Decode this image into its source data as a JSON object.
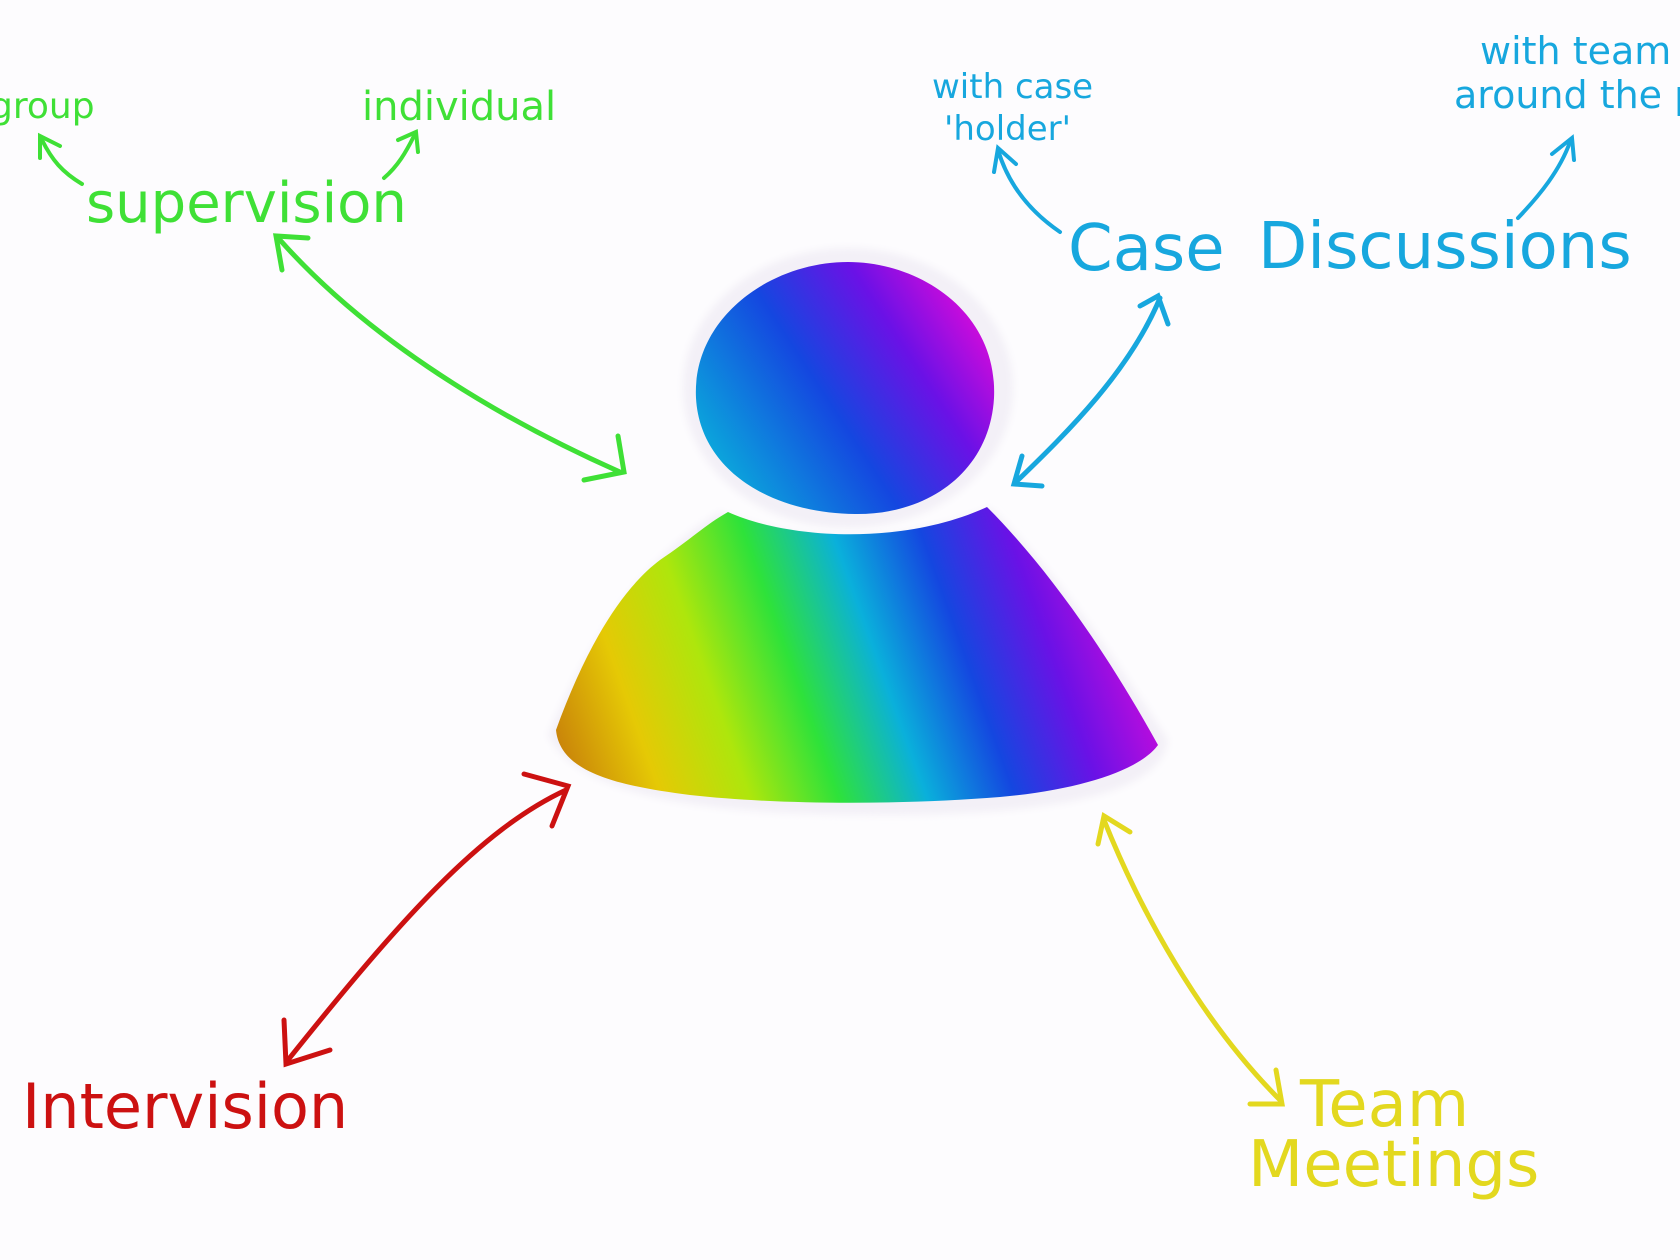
{
  "colors": {
    "supervision": "#3fe036",
    "case_discussions": "#17a7de",
    "intervision": "#cc1111",
    "team_meetings": "#e3d81f",
    "background": "#fdfcfe"
  },
  "person_icon": {
    "name": "person-icon",
    "gradient_stops": [
      "#c8810a",
      "#e5c905",
      "#aee60c",
      "#2ee23a",
      "#0ab0db",
      "#1447e0",
      "#6b11e6",
      "#d10bdb"
    ]
  },
  "supervision": {
    "label": "supervision",
    "branches": [
      "group",
      "individual"
    ]
  },
  "case_discussions": {
    "label_case": "Case",
    "label_discussions": "Discussions",
    "with_case_line1": "with case",
    "with_case_line2": "'holder'",
    "with_team_line1": "with team",
    "with_team_line2": "around the p"
  },
  "intervision": {
    "label": "Intervision"
  },
  "team_meetings": {
    "line1": "Team",
    "line2": "Meetings"
  }
}
